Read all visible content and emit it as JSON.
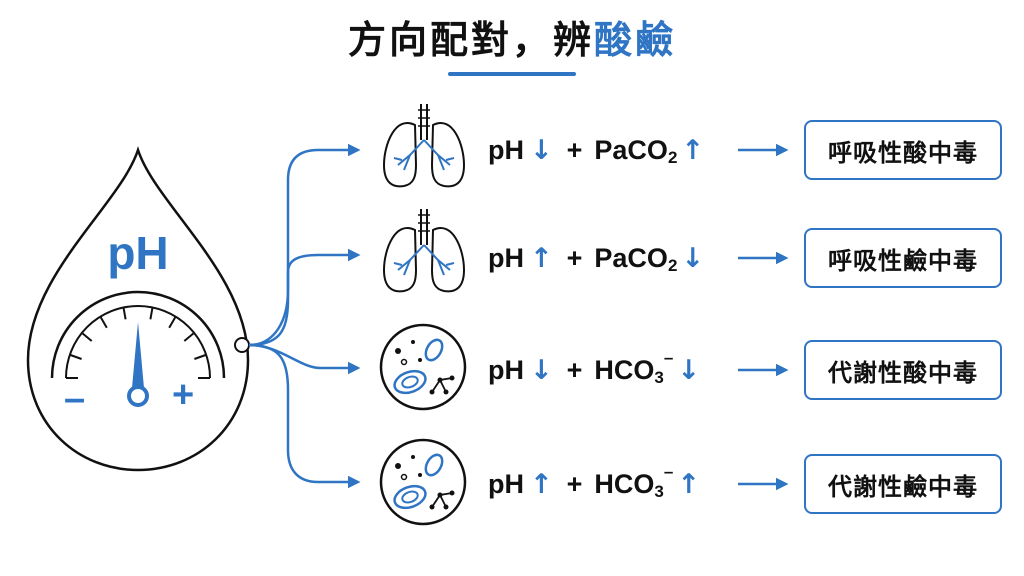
{
  "title": {
    "part1": "方向配對，辨",
    "part2": "酸鹼"
  },
  "drop": {
    "label": "pH",
    "minus": "–",
    "plus": "+"
  },
  "rows": [
    {
      "icon": "lungs-icon",
      "ph": "pH",
      "ph_arrow": "↓",
      "plus": "+",
      "compound": "PaCO",
      "sub": "2",
      "sup": "",
      "compound_arrow": "↑",
      "result": "呼吸性酸中毒"
    },
    {
      "icon": "lungs-icon",
      "ph": "pH",
      "ph_arrow": "↑",
      "plus": "+",
      "compound": "PaCO",
      "sub": "2",
      "sup": "",
      "compound_arrow": "↓",
      "result": "呼吸性鹼中毒"
    },
    {
      "icon": "cell-icon",
      "ph": "pH",
      "ph_arrow": "↓",
      "plus": "+",
      "compound": "HCO",
      "sub": "3",
      "sup": "–",
      "compound_arrow": "↓",
      "result": "代謝性酸中毒"
    },
    {
      "icon": "cell-icon",
      "ph": "pH",
      "ph_arrow": "↑",
      "plus": "+",
      "compound": "HCO",
      "sub": "3",
      "sup": "–",
      "compound_arrow": "↑",
      "result": "代謝性鹼中毒"
    }
  ],
  "colors": {
    "accent": "#2f75c4",
    "ink": "#111111"
  }
}
